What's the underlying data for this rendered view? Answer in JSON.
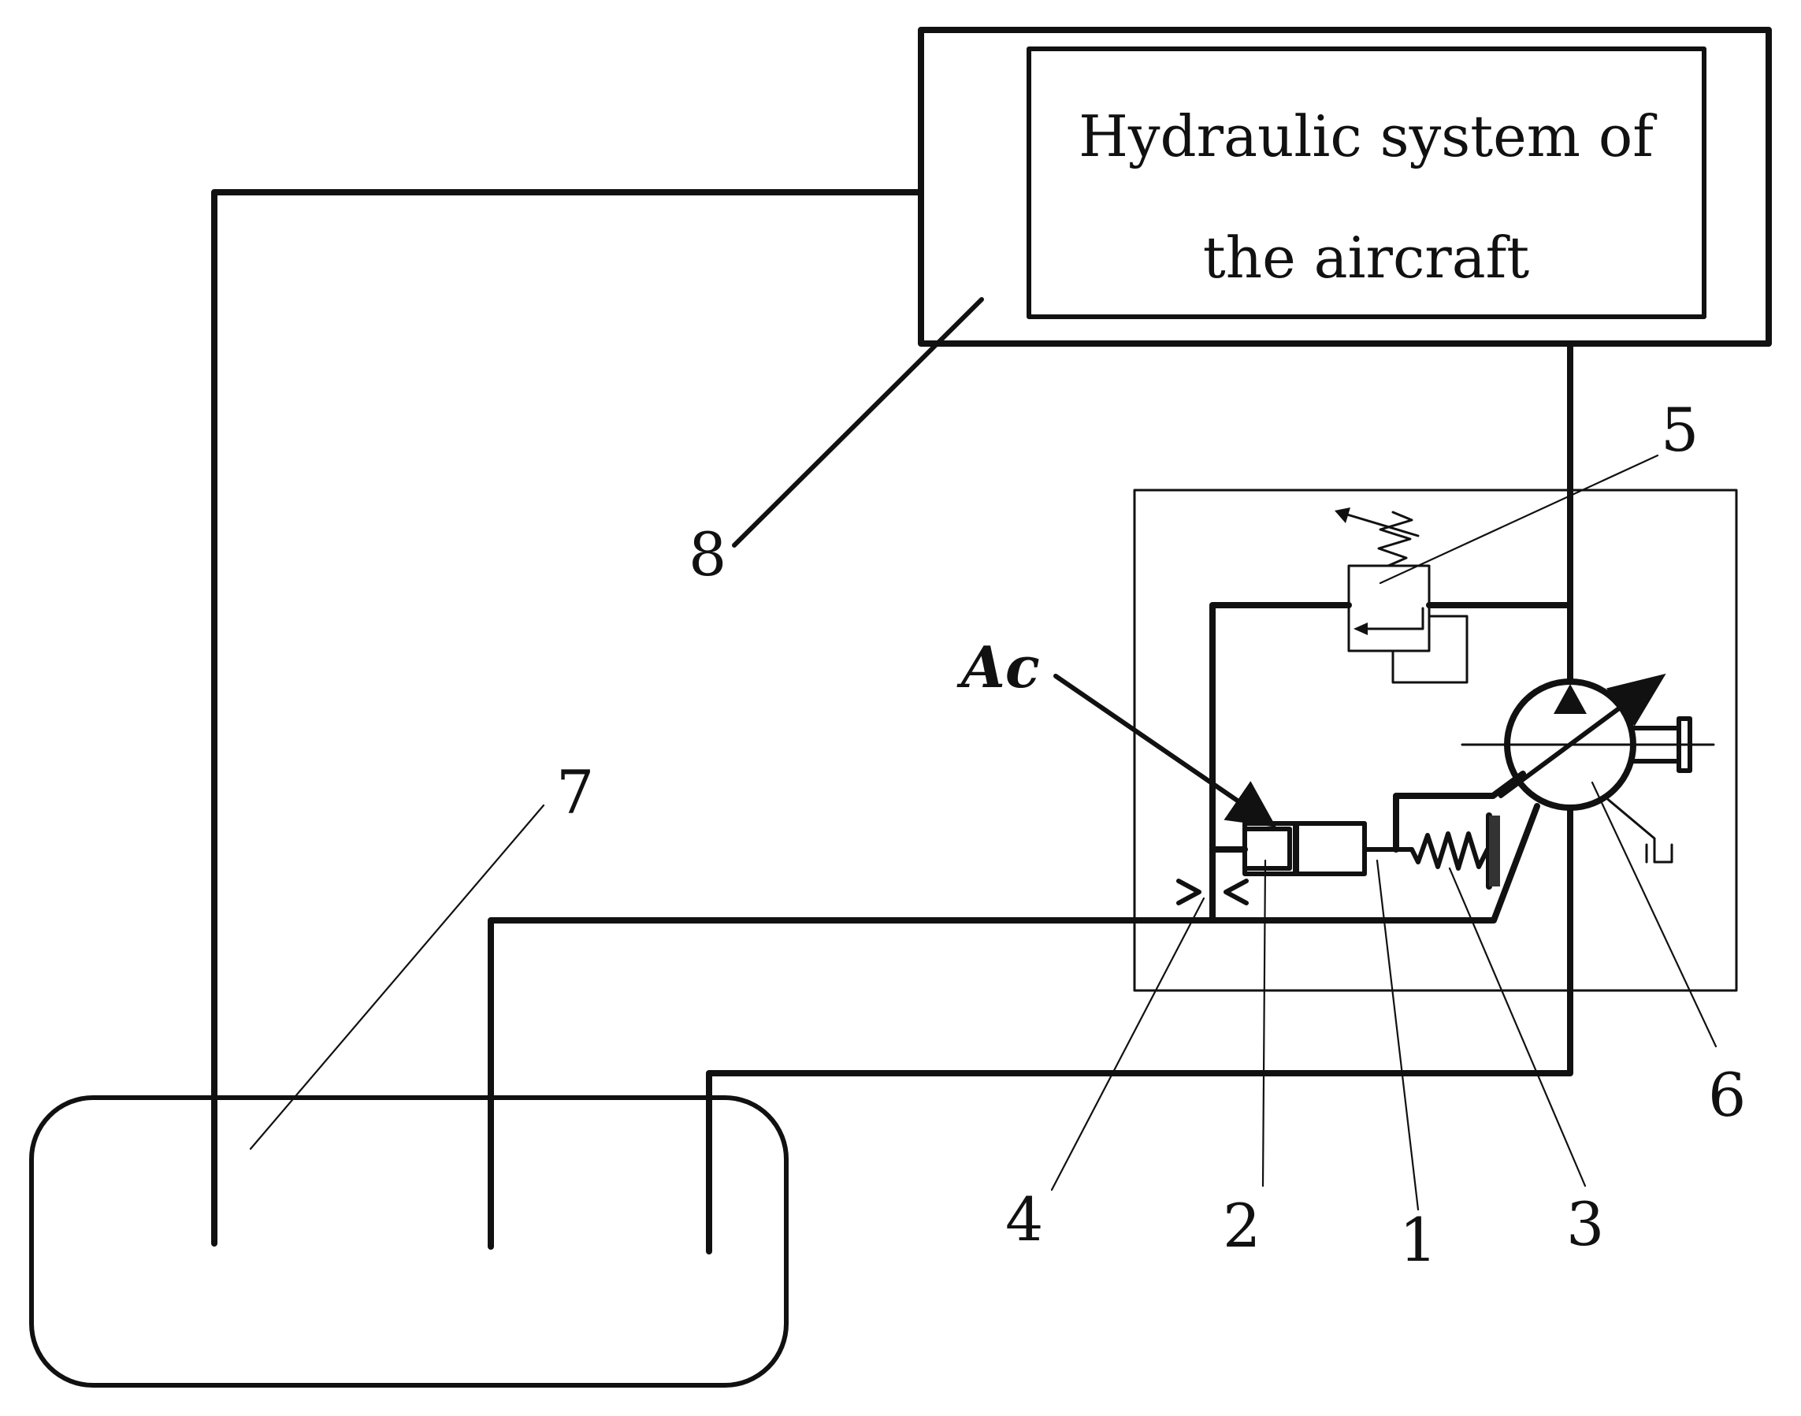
{
  "system_box": {
    "line1": "Hydraulic system of",
    "line2": "the aircraft"
  },
  "callouts": {
    "ac": "Ac",
    "n1": "1",
    "n2": "2",
    "n3": "3",
    "n4": "4",
    "n5": "5",
    "n6": "6",
    "n7": "7",
    "n8": "8"
  }
}
